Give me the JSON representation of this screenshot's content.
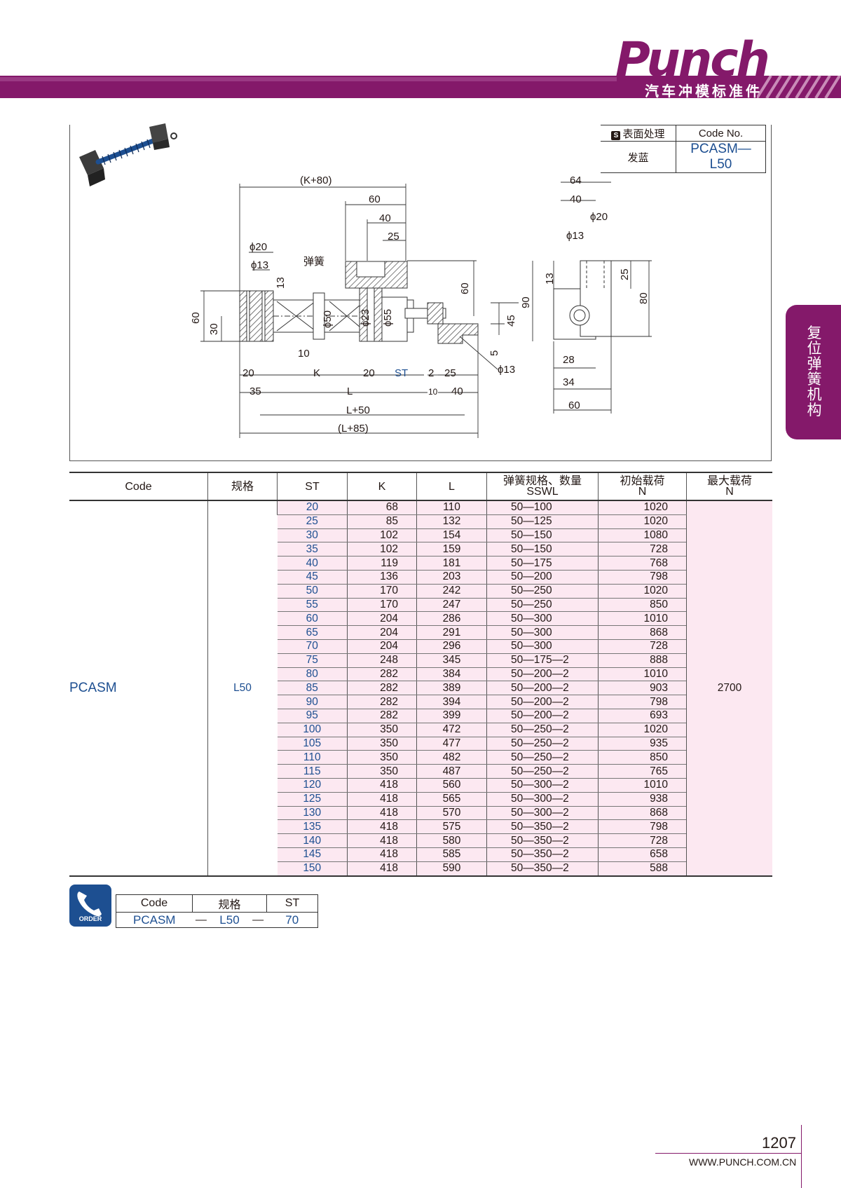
{
  "header": {
    "brand": "Punch",
    "subtitle": "汽车冲模标准件"
  },
  "side_tab": {
    "label": "复位弹簧机构"
  },
  "code_box": {
    "surface_label": "表面处理",
    "code_no_label": "Code No.",
    "surface_value": "发蓝",
    "code_no_value": "PCASM—L50",
    "badge": "S"
  },
  "drawing": {
    "dims": {
      "k80": "(K+80)",
      "d60a": "60",
      "d40a": "40",
      "d25a": "25",
      "phi20a": "ϕ20",
      "phi13a": "ϕ13",
      "spring": "弹簧",
      "d13a": "13",
      "d60v": "60",
      "d30v": "30",
      "phi50": "ϕ50",
      "phi23": "ϕ23",
      "phi55": "ϕ55",
      "d60r": "60",
      "d45": "45",
      "d5": "5",
      "phi13b": "ϕ13",
      "d10": "10",
      "d20a": "20",
      "k": "K",
      "d20b": "20",
      "st": "ST",
      "d2": "2",
      "d25b": "25",
      "d35": "35",
      "l": "L",
      "d10b": "10",
      "d40b": "40",
      "l50": "L+50",
      "l85": "(L+85)",
      "s64": "64",
      "s40": "40",
      "sphi20": "ϕ20",
      "sphi13": "ϕ13",
      "s13": "13",
      "s25": "25",
      "s90": "90",
      "s80": "80",
      "s28": "28",
      "s34": "34",
      "s60": "60"
    }
  },
  "table": {
    "headers": {
      "code": "Code",
      "spec": "规格",
      "st": "ST",
      "k": "K",
      "l": "L",
      "spring_line1": "弹簧规格、数量",
      "spring_line2": "SSWL",
      "init_line1": "初始载荷",
      "init_line2": "N",
      "max_line1": "最大载荷",
      "max_line2": "N"
    },
    "code": "PCASM",
    "spec": "L50",
    "max_load": "2700",
    "rows": [
      {
        "st": "20",
        "k": "68",
        "l": "110",
        "spring": "50—100",
        "init": "1020"
      },
      {
        "st": "25",
        "k": "85",
        "l": "132",
        "spring": "50—125",
        "init": "1020"
      },
      {
        "st": "30",
        "k": "102",
        "l": "154",
        "spring": "50—150",
        "init": "1080"
      },
      {
        "st": "35",
        "k": "102",
        "l": "159",
        "spring": "50—150",
        "init": "728"
      },
      {
        "st": "40",
        "k": "119",
        "l": "181",
        "spring": "50—175",
        "init": "768"
      },
      {
        "st": "45",
        "k": "136",
        "l": "203",
        "spring": "50—200",
        "init": "798"
      },
      {
        "st": "50",
        "k": "170",
        "l": "242",
        "spring": "50—250",
        "init": "1020"
      },
      {
        "st": "55",
        "k": "170",
        "l": "247",
        "spring": "50—250",
        "init": "850"
      },
      {
        "st": "60",
        "k": "204",
        "l": "286",
        "spring": "50—300",
        "init": "1010"
      },
      {
        "st": "65",
        "k": "204",
        "l": "291",
        "spring": "50—300",
        "init": "868"
      },
      {
        "st": "70",
        "k": "204",
        "l": "296",
        "spring": "50—300",
        "init": "728"
      },
      {
        "st": "75",
        "k": "248",
        "l": "345",
        "spring": "50—175—2",
        "init": "888"
      },
      {
        "st": "80",
        "k": "282",
        "l": "384",
        "spring": "50—200—2",
        "init": "1010"
      },
      {
        "st": "85",
        "k": "282",
        "l": "389",
        "spring": "50—200—2",
        "init": "903"
      },
      {
        "st": "90",
        "k": "282",
        "l": "394",
        "spring": "50—200—2",
        "init": "798"
      },
      {
        "st": "95",
        "k": "282",
        "l": "399",
        "spring": "50—200—2",
        "init": "693"
      },
      {
        "st": "100",
        "k": "350",
        "l": "472",
        "spring": "50—250—2",
        "init": "1020"
      },
      {
        "st": "105",
        "k": "350",
        "l": "477",
        "spring": "50—250—2",
        "init": "935"
      },
      {
        "st": "110",
        "k": "350",
        "l": "482",
        "spring": "50—250—2",
        "init": "850"
      },
      {
        "st": "115",
        "k": "350",
        "l": "487",
        "spring": "50—250—2",
        "init": "765"
      },
      {
        "st": "120",
        "k": "418",
        "l": "560",
        "spring": "50—300—2",
        "init": "1010"
      },
      {
        "st": "125",
        "k": "418",
        "l": "565",
        "spring": "50—300—2",
        "init": "938"
      },
      {
        "st": "130",
        "k": "418",
        "l": "570",
        "spring": "50—300—2",
        "init": "868"
      },
      {
        "st": "135",
        "k": "418",
        "l": "575",
        "spring": "50—350—2",
        "init": "798"
      },
      {
        "st": "140",
        "k": "418",
        "l": "580",
        "spring": "50—350—2",
        "init": "728"
      },
      {
        "st": "145",
        "k": "418",
        "l": "585",
        "spring": "50—350—2",
        "init": "658"
      },
      {
        "st": "150",
        "k": "418",
        "l": "590",
        "spring": "50—350—2",
        "init": "588"
      }
    ]
  },
  "order": {
    "label": "ORDER",
    "h_code": "Code",
    "h_spec": "规格",
    "h_st": "ST",
    "v_code": "PCASM",
    "dash": "—",
    "v_spec": "L50",
    "v_st": "70"
  },
  "footer": {
    "page_number": "1207",
    "url": "WWW.PUNCH.COM.CN"
  }
}
